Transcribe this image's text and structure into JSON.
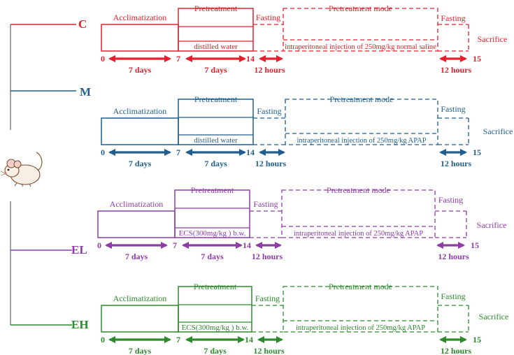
{
  "diagram": {
    "groups": [
      {
        "id": "c",
        "label": "C",
        "color": "#e3212d",
        "acclimatization": "Acclimatization",
        "pretreatment": "Pretreatment",
        "pretreatment_content": "distilled water",
        "fasting_1": "Fasting",
        "pretreatment_mode": "Pretreatment mode",
        "injection": "intraperitoneal injection of 250mg/kg normal saline",
        "fasting_2": "Fasting",
        "sacrifice": "Sacrifice",
        "ticks": [
          "0",
          "7",
          "14",
          "15"
        ],
        "durations": [
          "7 days",
          "7 days",
          "12 hours",
          "12 hours"
        ]
      },
      {
        "id": "m",
        "label": "M",
        "color": "#1f5e8e",
        "acclimatization": "Acclimatization",
        "pretreatment": "Pretreatment",
        "pretreatment_content": "distilled water",
        "fasting_1": "Fasting",
        "pretreatment_mode": "Pretreatment mode",
        "injection": "intraperitoneal injection of 250mg/kg APAP",
        "fasting_2": "Fasting",
        "sacrifice": "Sacrifice",
        "ticks": [
          "0",
          "7",
          "14",
          "15"
        ],
        "durations": [
          "7 days",
          "7 days",
          "12 hours",
          "12 hours"
        ]
      },
      {
        "id": "el",
        "label": "EL",
        "color": "#8e3ba8",
        "acclimatization": "Acclimatization",
        "pretreatment": "Pretreatment",
        "pretreatment_content": "ECS(300mg/kg ) b.w.",
        "fasting_1": "Fasting",
        "pretreatment_mode": "Pretreatment mode",
        "injection": "intraperitoneal injection of 250mg/kg APAP",
        "fasting_2": "Fasting",
        "sacrifice": "Sacrifice",
        "ticks": [
          "0",
          "7",
          "14",
          "15"
        ],
        "durations": [
          "7 days",
          "7 days",
          "12 hours",
          "12 hours"
        ]
      },
      {
        "id": "eh",
        "label": "EH",
        "color": "#2c8a2c",
        "acclimatization": "Acclimatization",
        "pretreatment": "Pretreatment",
        "pretreatment_content": "ECS(300mg/kg ) b.w.",
        "fasting_1": "Fasting",
        "pretreatment_mode": "Pretreatment mode",
        "injection": "intraperitoneal injection of 250mg/kg APAP",
        "fasting_2": "Fasting",
        "sacrifice": "Sacrifice",
        "ticks": [
          "0",
          "7",
          "14",
          "15"
        ],
        "durations": [
          "7 days",
          "7 days",
          "12 hours",
          "12 hours"
        ]
      }
    ],
    "mouse_icon": "mouse-icon"
  }
}
